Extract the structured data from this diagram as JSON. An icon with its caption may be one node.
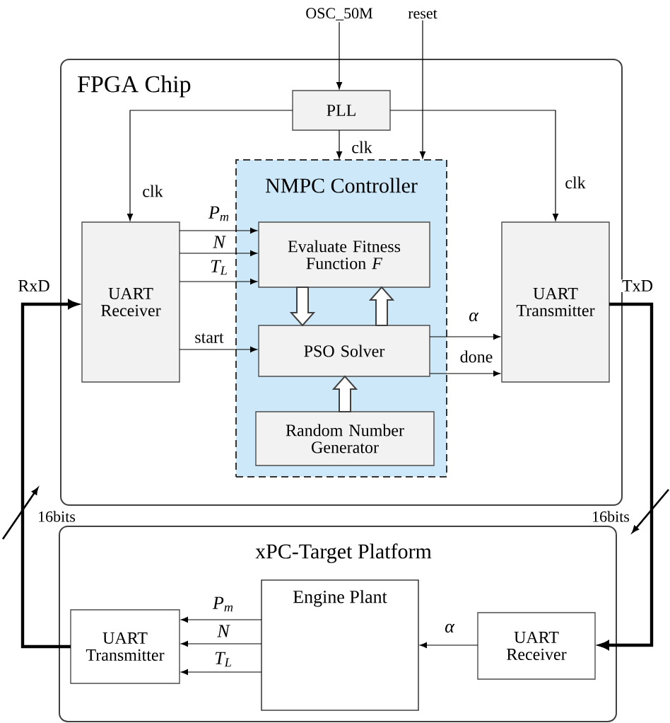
{
  "diagram": {
    "nodes": [
      {
        "text": [
          "FPGA Chip"
        ]
      },
      {
        "text": [
          "PLL"
        ],
        "in": 0
      },
      {
        "text": [
          "NMPC Controller"
        ],
        "in": 0
      },
      {
        "text": [
          "UART Receiver"
        ],
        "in": 0
      },
      {
        "text": [
          "Evaluate Fitness Function *F*"
        ],
        "in": 2
      },
      {
        "text": [
          "PSO Solver"
        ],
        "in": 2
      },
      {
        "text": [
          "Random Number Generator"
        ],
        "in": 2
      },
      {
        "text": [
          "UART Transmitter"
        ],
        "in": 0
      },
      {
        "text": [
          "xPC-Target Platform"
        ]
      },
      {
        "text": [
          "UART Transmitter"
        ],
        "in": 8
      },
      {
        "text": [
          "Engine Plant"
        ],
        "in": 8
      },
      {
        "text": [
          "UART Receiver"
        ],
        "in": 8
      },
      {
        "text": [
          "OSC_50M"
        ]
      },
      {
        "text": [
          "reset"
        ]
      }
    ],
    "edges": [
      {
        "from": 12,
        "to": 1,
        "arrow": "to"
      },
      {
        "from": 13,
        "to": 2,
        "arrow": "to"
      },
      {
        "from": 1,
        "to": 2,
        "arrow": "to",
        "label": "clk"
      },
      {
        "from": 1,
        "to": 3,
        "arrow": "to",
        "label": "clk"
      },
      {
        "from": 1,
        "to": 7,
        "arrow": "to",
        "label": "clk"
      },
      {
        "from": 3,
        "to": 4,
        "arrow": "to",
        "label": "P$_{m}$"
      },
      {
        "from": 3,
        "to": 4,
        "arrow": "to",
        "label": "N"
      },
      {
        "from": 3,
        "to": 4,
        "arrow": "to",
        "label": "T$_{L}$"
      },
      {
        "from": 3,
        "to": 5,
        "arrow": "to",
        "label": "start"
      },
      {
        "from": 4,
        "to": 5,
        "arrow": "to",
        "style": "thick"
      },
      {
        "from": 5,
        "to": 4,
        "arrow": "to",
        "style": "thick"
      },
      {
        "from": 6,
        "to": 5,
        "arrow": "to",
        "style": "thick"
      },
      {
        "from": 5,
        "to": 7,
        "arrow": "to",
        "label": "α"
      },
      {
        "from": 5,
        "to": 7,
        "arrow": "to",
        "label": "done"
      },
      {
        "from": 7,
        "to": 11,
        "arrow": "to",
        "label": "TxD",
        "style": "thick"
      },
      {
        "from": 9,
        "to": 3,
        "arrow": "to",
        "label": "RxD",
        "style": "thick"
      },
      {
        "from": 10,
        "to": 9,
        "arrow": "to",
        "label": "P$_{m}$"
      },
      {
        "from": 10,
        "to": 9,
        "arrow": "to",
        "label": "N"
      },
      {
        "from": 10,
        "to": 9,
        "arrow": "to",
        "label": "T$_{L}$"
      },
      {
        "from": 11,
        "to": 10,
        "arrow": "to",
        "label": "α"
      }
    ],
    "labels": [
      "16bits",
      "16bits"
    ]
  }
}
